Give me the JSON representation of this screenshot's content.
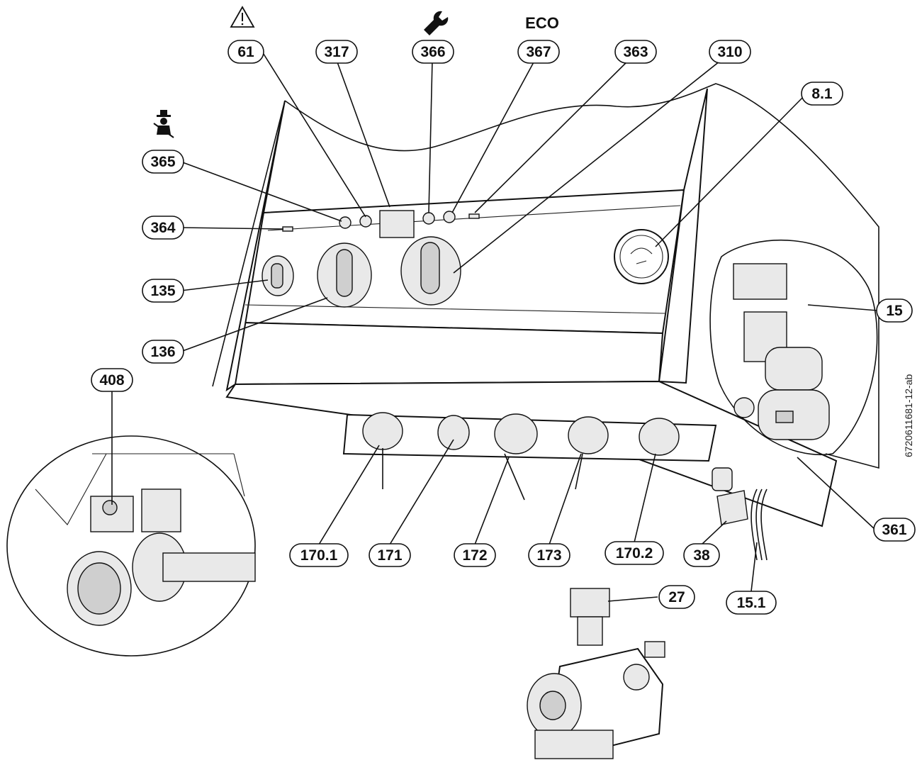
{
  "diagram": {
    "labels": [
      {
        "id": "61",
        "text": "61"
      },
      {
        "id": "317",
        "text": "317"
      },
      {
        "id": "366",
        "text": "366"
      },
      {
        "id": "367",
        "text": "367"
      },
      {
        "id": "363",
        "text": "363"
      },
      {
        "id": "310",
        "text": "310"
      },
      {
        "id": "8-1",
        "text": "8.1"
      },
      {
        "id": "365",
        "text": "365"
      },
      {
        "id": "364",
        "text": "364"
      },
      {
        "id": "135",
        "text": "135"
      },
      {
        "id": "136",
        "text": "136"
      },
      {
        "id": "15",
        "text": "15"
      },
      {
        "id": "408",
        "text": "408"
      },
      {
        "id": "361",
        "text": "361"
      },
      {
        "id": "170-1",
        "text": "170.1"
      },
      {
        "id": "171",
        "text": "171"
      },
      {
        "id": "172",
        "text": "172"
      },
      {
        "id": "173",
        "text": "173"
      },
      {
        "id": "170-2",
        "text": "170.2"
      },
      {
        "id": "38",
        "text": "38"
      },
      {
        "id": "15-1",
        "text": "15.1"
      },
      {
        "id": "27",
        "text": "27"
      }
    ],
    "symbols": {
      "eco": "ECO",
      "warning": "warning-triangle-icon",
      "service": "wrench-icon",
      "chimney_sweep": "chimney-sweep-icon"
    },
    "document_id": "6720611681-12-ab"
  }
}
